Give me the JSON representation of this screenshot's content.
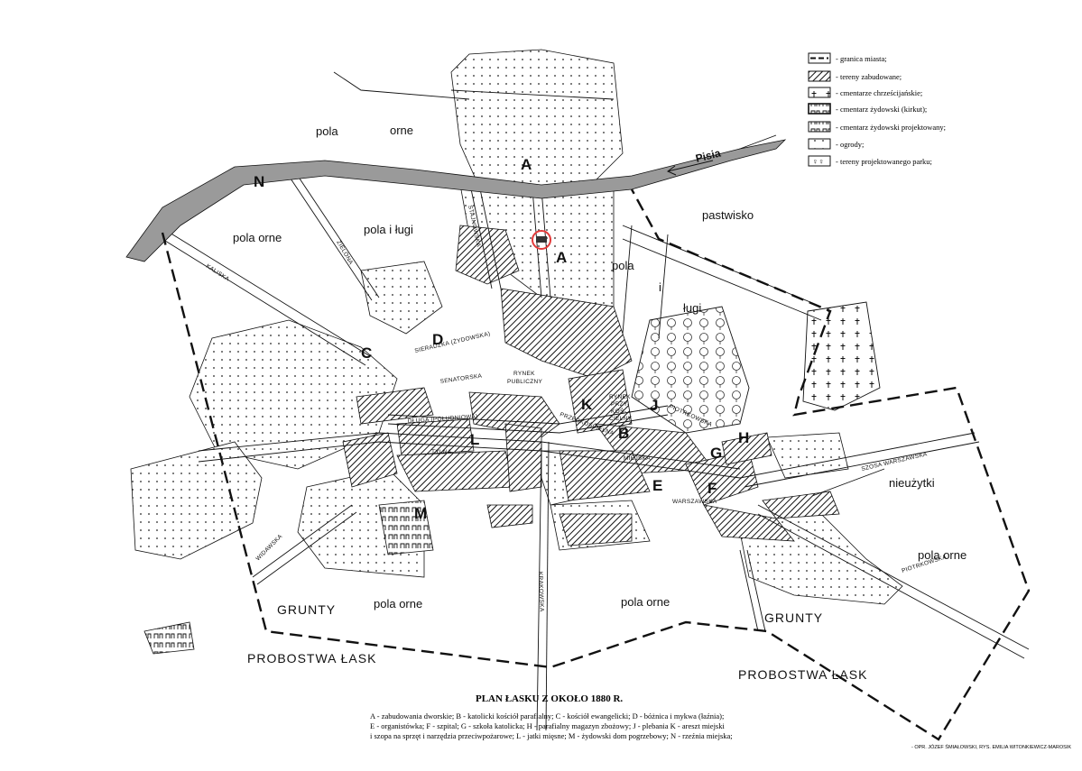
{
  "legend": [
    {
      "key": "border",
      "text": "- granica miasta;"
    },
    {
      "key": "built",
      "text": "- tereny zabudowane;"
    },
    {
      "key": "christian",
      "text": "- cmentarze chrześcijańskie;"
    },
    {
      "key": "jewish",
      "text": "- cmentarz żydowski (kirkut);"
    },
    {
      "key": "jewish-proj",
      "text": "- cmentarz żydowski projektowany;"
    },
    {
      "key": "gardens",
      "text": "- ogrody;"
    },
    {
      "key": "park",
      "text": "- tereny projektowanego parku;"
    }
  ],
  "areas": {
    "pola_orne_n1": "pola",
    "pola_orne_n2": "orne",
    "pola_orne_w": "pola orne",
    "pola_i_lugi": "pola i ługi",
    "pastwisko": "pastwisko",
    "pola_e1": "pola",
    "pola_e2": "i",
    "pola_e3": "ługi",
    "nieuzytki": "nieużytki",
    "pola_orne_se": "pola orne",
    "pola_orne_s1": "pola orne",
    "pola_orne_s2": "pola orne",
    "grunty_w": "GRUNTY",
    "grunty_e": "GRUNTY",
    "probostwa_w": "PROBOSTWA  ŁASK",
    "probostwa_e": "PROBOSTWA      ŁASK",
    "river": "Pisia",
    "rynek": "RYNEK",
    "rynek2": "PUBLICZNY",
    "rynek_p1": "RYNEK",
    "rynek_p2": "PRZY-",
    "rynek_p3": "KOŚ-",
    "rynek_p4": "CIELNY"
  },
  "letters": {
    "A1": "A",
    "A2": "A",
    "B": "B",
    "C": "C",
    "D": "D",
    "E": "E",
    "F": "F",
    "G": "G",
    "H": "H",
    "J": "J",
    "K": "K",
    "L": "L",
    "M": "M",
    "N": "N"
  },
  "streets": {
    "kaliska": "KALISKA",
    "zielona": "ZIELONA",
    "stajnowska": "STAJNOWSKA",
    "sieradzka": "SIERADZKA (ŻYDOWSKA)",
    "senatorska": "SENATORSKA",
    "dluga": "DŁUGA (POŁUDNIOWA)",
    "tylna": "TYLNA",
    "piotrkowska_w": "PIOTRKOWSKA",
    "miejska": "MIEJSKA",
    "warszawska": "WARSZAWSKA",
    "szosa": "SZOSA  WARSZAWSKA",
    "piotrkowska_e": "PIOTRKOWSKA",
    "krakowska": "KRAKOWSKA",
    "widawska": "WIDAWSKA",
    "przedkoscielna": "PRZEDKOŚCIELNA"
  },
  "caption": {
    "title": "PLAN ŁASKU Z OKOŁO 1880 R.",
    "lines": [
      "A - zabudowania dworskie;  B - katolicki kościół parafialny;  C - kościół ewangelicki;  D - bóżnica i mykwa (łaźnia);",
      "E - organistówka;  F - szpital;  G - szkoła katolicka;  H - parafialny magazyn zbożowy;  J - plebania K - areszt miejski",
      "i szopa na sprzęt i narzędzia przeciwpożarowe;  L - jatki mięsne;  M - żydowski dom pogrzebowy;  N - rzeźnia miejska;"
    ],
    "credit": "- OPR. JÓZEF ŚMIAŁOWSKI, RYS. EMILIA WITONKIEWICZ-MAROSIK"
  },
  "colors": {
    "ink": "#111111",
    "paper": "#ffffff",
    "river": "#9a9a9a",
    "marker": "#e23a3a"
  }
}
